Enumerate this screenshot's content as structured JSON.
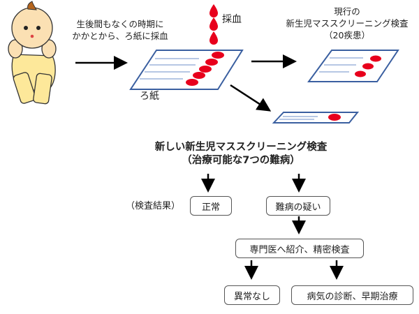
{
  "top": {
    "timing_line1": "生後間もなくの時期に",
    "timing_line2": "かかとから、ろ紙に採血",
    "blood_label": "採血",
    "paper_label": "ろ紙",
    "current_line1": "現行の",
    "current_line2": "新生児マススクリーニング検査",
    "current_line3": "（20疾患）"
  },
  "new_test": {
    "title": "新しい新生児マススクリーニング検査",
    "subtitle": "（治療可能な7つの難病）"
  },
  "flow": {
    "result_label": "（検査結果）",
    "normal": "正常",
    "suspected": "難病の疑い",
    "referral": "専門医へ紹介、精密検査",
    "no_abnormality": "異常なし",
    "diagnosis": "病気の診断、早期治療"
  },
  "colors": {
    "blood": "#e8001c",
    "paper_border": "#3a5fa0",
    "skin": "#fbe0b3",
    "hair": "#b5651d",
    "body": "#fde89a"
  }
}
